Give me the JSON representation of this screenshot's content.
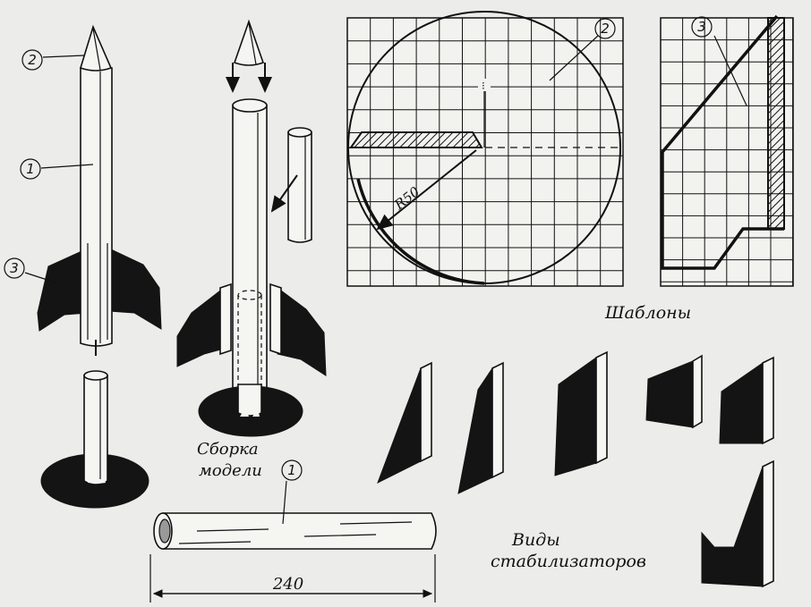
{
  "labels": {
    "assembly_line1": "Сборка",
    "assembly_line2": "модели",
    "templates": "Шаблоны",
    "fins_line1": "Виды",
    "fins_line2": "стабилизаторов",
    "radius": "R50",
    "length": "240"
  },
  "callouts": {
    "body_tube": "1",
    "nose_cone": "2",
    "fin": "3"
  },
  "colors": {
    "paper": "#ececea",
    "ink": "#111111"
  }
}
